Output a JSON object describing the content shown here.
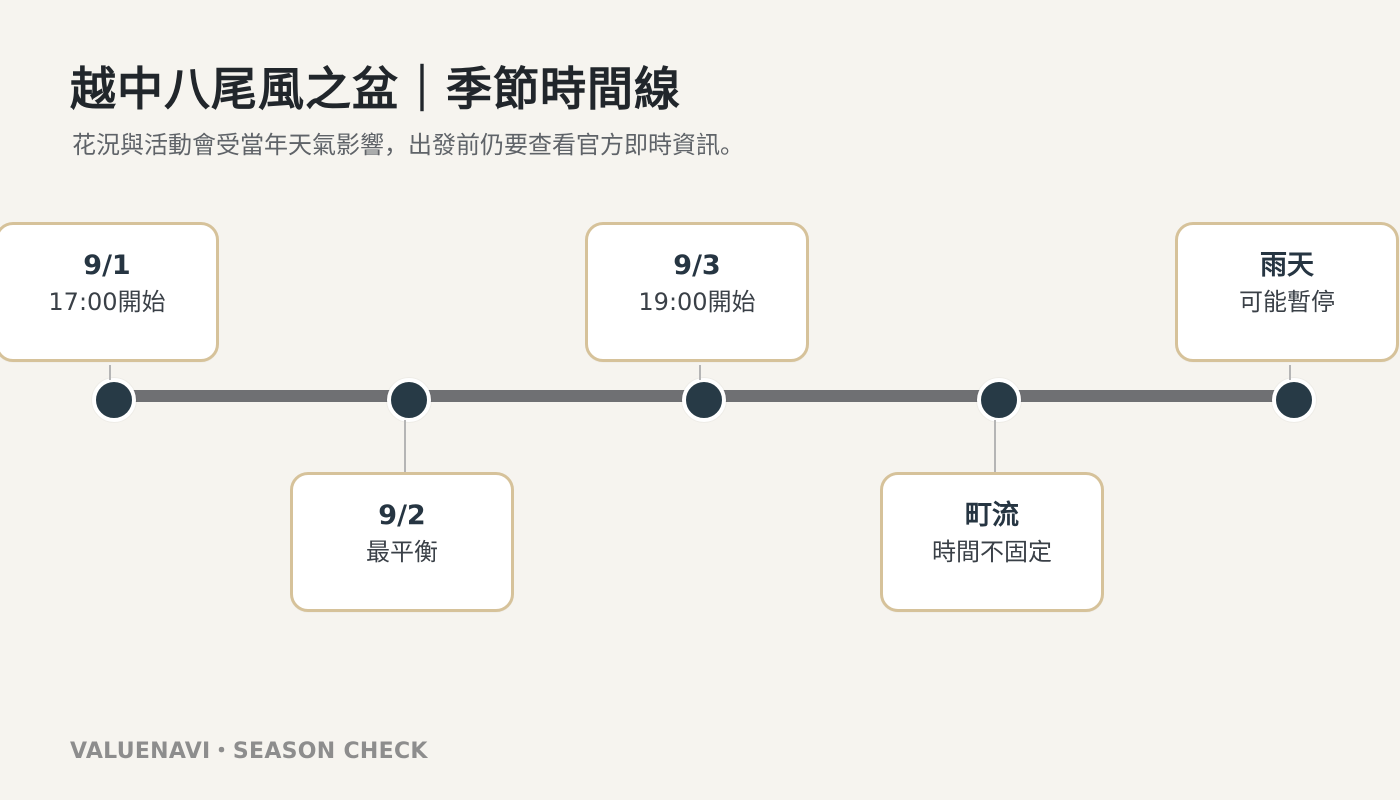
{
  "page": {
    "title": "越中八尾風之盆｜季節時間線",
    "subtitle": "花況與活動會受當年天氣影響，出發前仍要查看官方即時資訊。",
    "footer": "VALUENAVI・SEASON CHECK"
  },
  "timeline": {
    "events": [
      {
        "head": "9/1",
        "body": "17:00開始"
      },
      {
        "head": "9/2",
        "body": "最平衡"
      },
      {
        "head": "9/3",
        "body": "19:00開始"
      },
      {
        "head": "町流",
        "body": "時間不固定"
      },
      {
        "head": "雨天",
        "body": "可能暫停"
      }
    ]
  },
  "colors": {
    "background": "#f6f4ef",
    "node": "#273a46",
    "track": "#6f7073",
    "card_border": "#d6c29a",
    "card_fill": "#ffffff"
  }
}
